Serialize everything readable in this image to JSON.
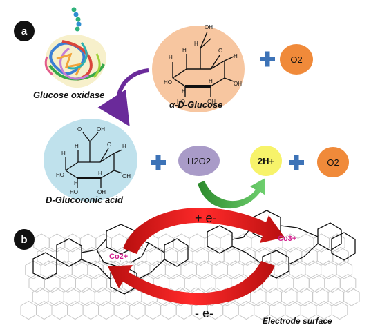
{
  "panel_a": {
    "badge": "a"
  },
  "panel_b": {
    "badge": "b"
  },
  "labels": {
    "enzyme": "Glucose oxidase",
    "glucose": "α-D-Glucose",
    "acid": "D-Glucoronic acid",
    "surface": "Electrode surface"
  },
  "chem": {
    "o2_top": "O2",
    "h2o2": "H2O2",
    "two_h_plus": "2H+",
    "o2_right": "O2",
    "co2": "Co2+",
    "co3": "Co3+",
    "plus_e": "+ e-",
    "minus_e": "- e-"
  },
  "colors": {
    "glucose_fill": "#f7c6a0",
    "acid_fill": "#bfe1ec",
    "o2_fill": "#f08a3a",
    "h2o2_fill": "#a99bc8",
    "proton_fill": "#f7f36a",
    "plus_sign": "#3d73b7",
    "purple_arrow": "#6a2a9a",
    "green_arrow": "#3aa33a",
    "red_arrow": "#e01a1a",
    "cobalt_text": "#d01c8b"
  }
}
